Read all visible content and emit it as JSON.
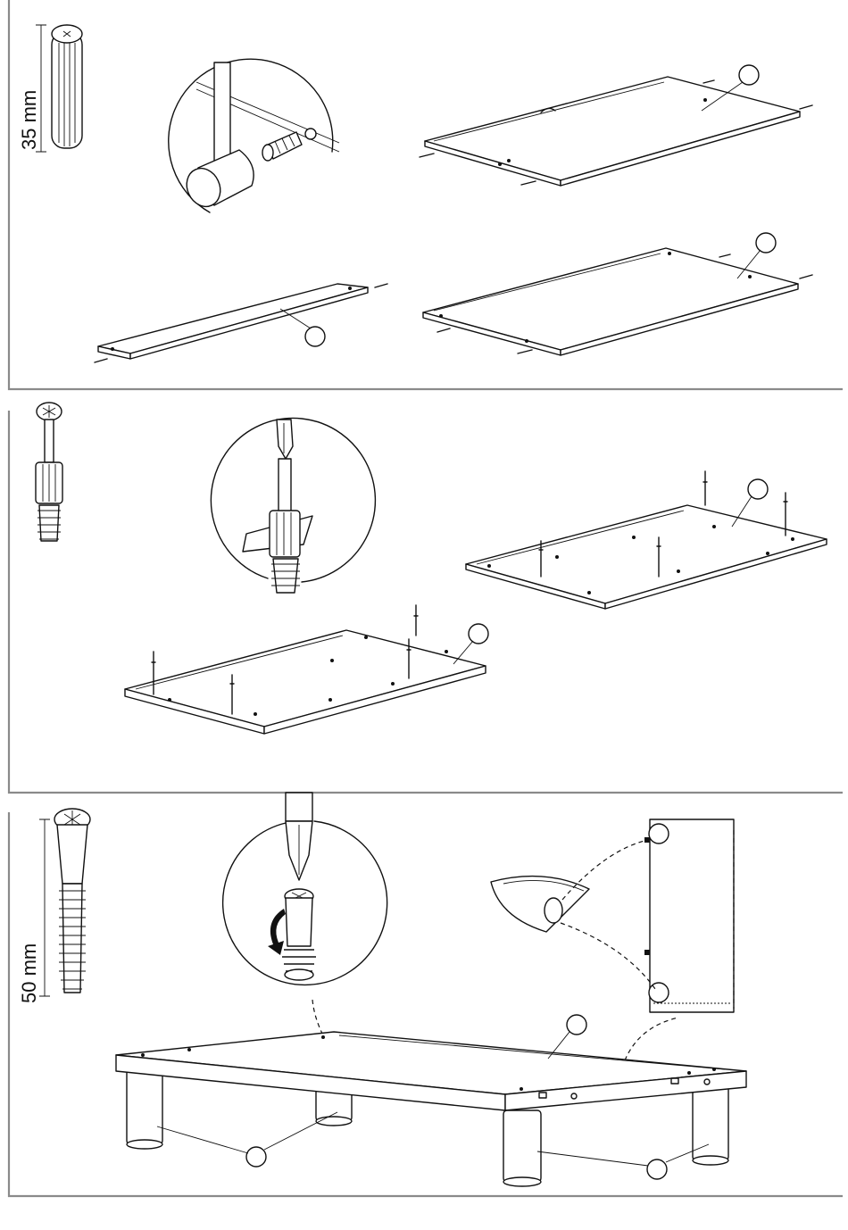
{
  "panels": [
    {
      "id": "panel-1",
      "dimension_label": "35 mm",
      "fitting": "wooden-dowel-icon",
      "tool": "mallet-icon"
    },
    {
      "id": "panel-2",
      "dimension_label": "",
      "fitting": "cam-bolt-icon",
      "tool": "screwdriver-icon"
    },
    {
      "id": "panel-3",
      "dimension_label": "50 mm",
      "fitting": "confirmat-screw-icon",
      "tool": "screwdriver-icon"
    }
  ],
  "colors": {
    "ink": "#111111",
    "frame": "#8a8a8a",
    "paper": "#ffffff"
  }
}
